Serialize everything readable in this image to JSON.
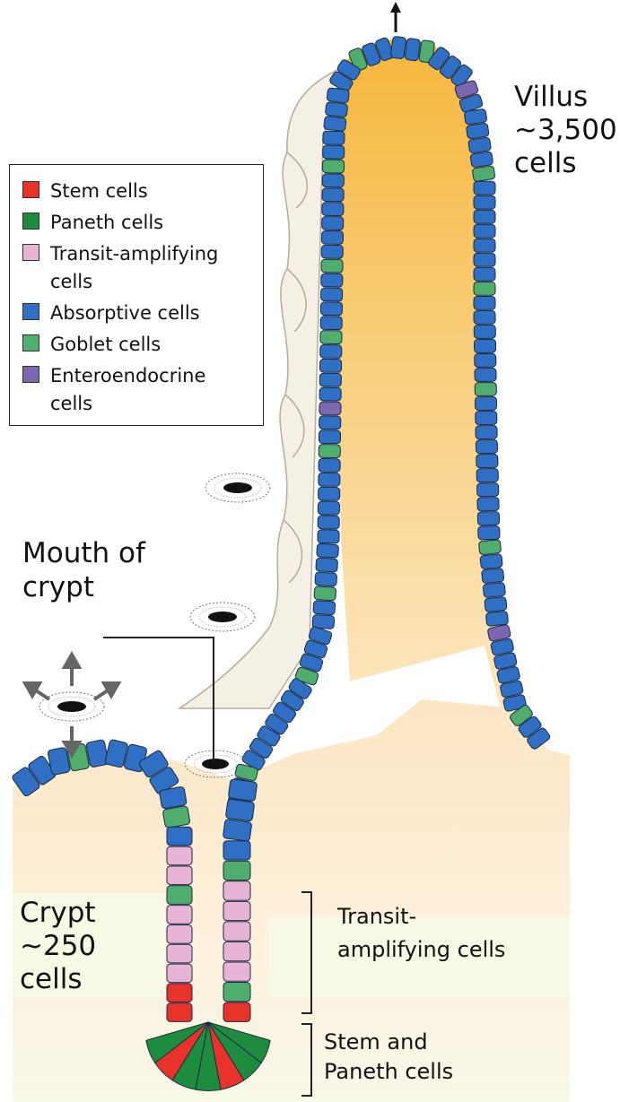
{
  "legend": {
    "items": [
      {
        "lines": [
          "Stem cells"
        ],
        "color": "#e8332a",
        "icon": "red-square"
      },
      {
        "lines": [
          "Paneth cells"
        ],
        "color": "#1e8c3e",
        "icon": "green-square"
      },
      {
        "lines": [
          "Transit-amplifying",
          "cells"
        ],
        "color": "#e8b4d6",
        "icon": "pink-square"
      },
      {
        "lines": [
          "Absorptive cells"
        ],
        "color": "#2f6fc4",
        "icon": "blue-square"
      },
      {
        "lines": [
          "Goblet cells"
        ],
        "color": "#4fae6e",
        "icon": "light-green-square"
      },
      {
        "lines": [
          "Enteroendocrine",
          "cells"
        ],
        "color": "#7b68b0",
        "icon": "purple-square"
      }
    ]
  },
  "labels": {
    "villus": [
      "Villus",
      "~3,500",
      "cells"
    ],
    "mouth": [
      "Mouth of",
      "crypt"
    ],
    "crypt": [
      "Crypt",
      "~250",
      "cells"
    ],
    "transit": [
      "Transit-",
      "amplifying cells"
    ],
    "stem_paneth": [
      "Stem and",
      "Paneth cells"
    ]
  },
  "colors": {
    "villus_core_top": "#f6b73c",
    "villus_core_bottom": "#fbe7c4",
    "tissue": "#fde9cf",
    "mesenchyme": "#f4f0e6",
    "absorptive": "#2f6fc4",
    "goblet": "#4fae6e",
    "paneth": "#1e8c3e",
    "stem": "#e8332a",
    "transit": "#e8b4d6",
    "enteroendocrine": "#7b68b0"
  },
  "icons": [
    "arrow-up-icon",
    "move-arrows-icon",
    "crypt-opening-icon"
  ]
}
